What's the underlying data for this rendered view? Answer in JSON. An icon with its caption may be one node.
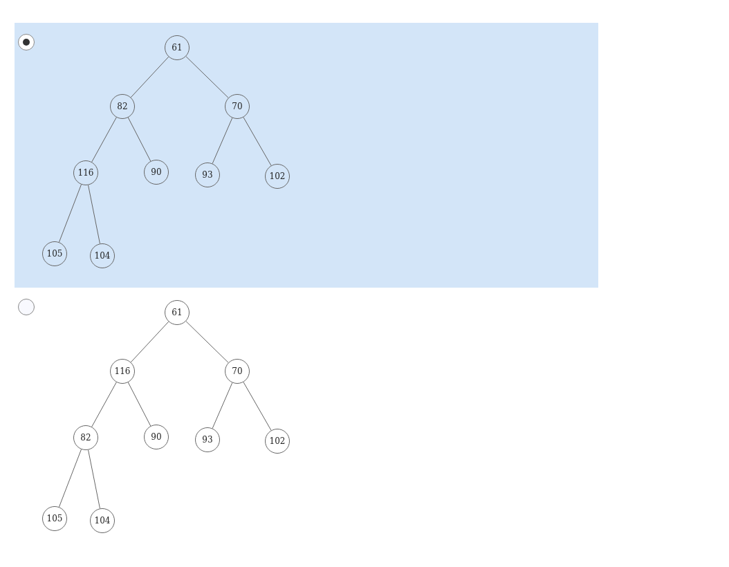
{
  "diagram": {
    "nodes": [
      {
        "text": [
          "61"
        ]
      },
      {
        "text": [
          "82"
        ]
      },
      {
        "text": [
          "70"
        ]
      },
      {
        "text": [
          "116"
        ]
      },
      {
        "text": [
          "90"
        ]
      },
      {
        "text": [
          "93"
        ]
      },
      {
        "text": [
          "102"
        ]
      },
      {
        "text": [
          "105"
        ]
      },
      {
        "text": [
          "104"
        ]
      },
      {
        "text": [
          "61"
        ]
      },
      {
        "text": [
          "116"
        ]
      },
      {
        "text": [
          "70"
        ]
      },
      {
        "text": [
          "82"
        ]
      },
      {
        "text": [
          "90"
        ]
      },
      {
        "text": [
          "93"
        ]
      },
      {
        "text": [
          "102"
        ]
      },
      {
        "text": [
          "105"
        ]
      },
      {
        "text": [
          "104"
        ]
      }
    ],
    "edges": [
      {
        "from": 0,
        "to": 1,
        "arrow": "none"
      },
      {
        "from": 0,
        "to": 2,
        "arrow": "none"
      },
      {
        "from": 1,
        "to": 3,
        "arrow": "none"
      },
      {
        "from": 1,
        "to": 4,
        "arrow": "none"
      },
      {
        "from": 2,
        "to": 5,
        "arrow": "none"
      },
      {
        "from": 2,
        "to": 6,
        "arrow": "none"
      },
      {
        "from": 3,
        "to": 7,
        "arrow": "none"
      },
      {
        "from": 3,
        "to": 8,
        "arrow": "none"
      },
      {
        "from": 9,
        "to": 10,
        "arrow": "none"
      },
      {
        "from": 9,
        "to": 11,
        "arrow": "none"
      },
      {
        "from": 10,
        "to": 12,
        "arrow": "none"
      },
      {
        "from": 10,
        "to": 13,
        "arrow": "none"
      },
      {
        "from": 11,
        "to": 14,
        "arrow": "none"
      },
      {
        "from": 11,
        "to": 15,
        "arrow": "none"
      },
      {
        "from": 12,
        "to": 16,
        "arrow": "none"
      },
      {
        "from": 12,
        "to": 17,
        "arrow": "none"
      }
    ]
  }
}
